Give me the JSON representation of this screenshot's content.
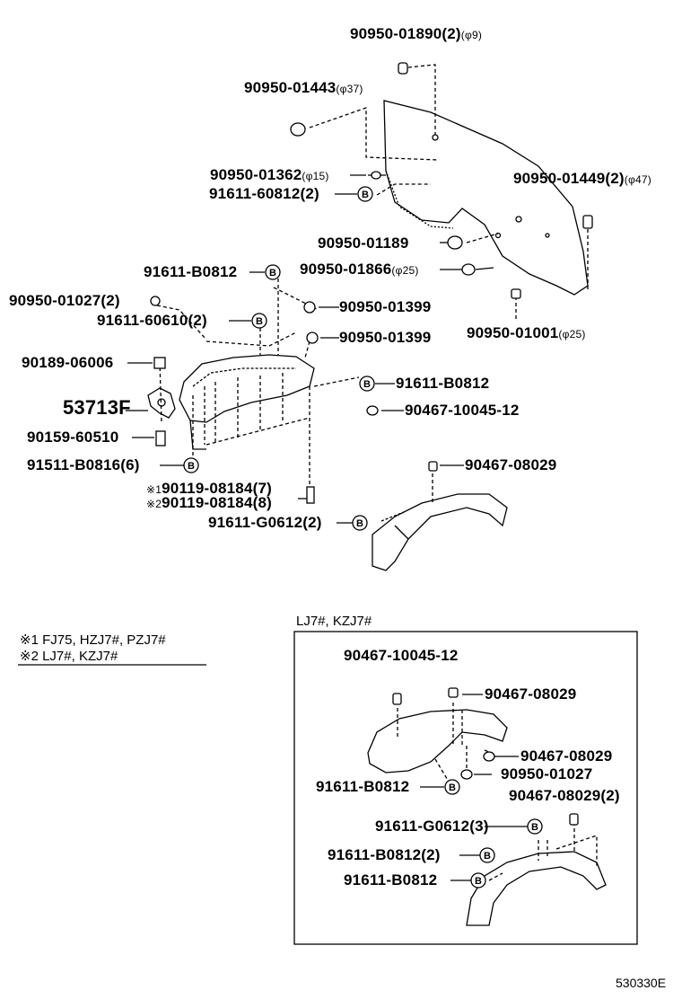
{
  "labels": {
    "p01": {
      "part": "90950-01890(2)",
      "dia": "(φ9)"
    },
    "p02": {
      "part": "90950-01443",
      "dia": "(φ37)"
    },
    "p03": {
      "part": "90950-01362",
      "dia": "(φ15)"
    },
    "p04": {
      "part": "91611-60812(2)"
    },
    "p05": {
      "part": "90950-01449(2)",
      "dia": "(φ47)"
    },
    "p06": {
      "part": "90950-01189"
    },
    "p07": {
      "part": "90950-01866",
      "dia": "(φ25)"
    },
    "p08": {
      "part": "91611-B0812"
    },
    "p09": {
      "part": "90950-01027(2)"
    },
    "p10": {
      "part": "90950-01399"
    },
    "p11": {
      "part": "91611-60610(2)"
    },
    "p12": {
      "part": "90950-01399"
    },
    "p13": {
      "part": "90950-01001",
      "dia": "(φ25)"
    },
    "p14": {
      "part": "90189-06006"
    },
    "p15": {
      "part": "91611-B0812"
    },
    "p16": {
      "part": "53713F"
    },
    "p17": {
      "part": "90467-10045-12"
    },
    "p18": {
      "part": "90159-60510"
    },
    "p19": {
      "part": "91511-B0816(6)"
    },
    "p20": {
      "part": "90467-08029"
    },
    "p21": {
      "part": "90119-08184(7)",
      "mark": "※1"
    },
    "p22": {
      "part": "90119-08184(8)",
      "mark": "※2"
    },
    "p23": {
      "part": "91611-G0612(2)"
    },
    "b01": {
      "part": "90467-10045-12"
    },
    "b02": {
      "part": "90467-08029"
    },
    "b03": {
      "part": "90467-08029"
    },
    "b04": {
      "part": "90950-01027"
    },
    "b05": {
      "part": "91611-B0812"
    },
    "b06": {
      "part": "90467-08029(2)"
    },
    "b07": {
      "part": "91611-G0612(3)"
    },
    "b08": {
      "part": "91611-B0812(2)"
    },
    "b09": {
      "part": "91611-B0812"
    }
  },
  "notes": {
    "n1": {
      "mark": "※1",
      "text": "FJ75, HZJ7#, PZJ7#"
    },
    "n2": {
      "mark": "※2",
      "text": "LJ7#, KZJ7#"
    }
  },
  "inset_title": "LJ7#, KZJ7#",
  "bolt_symbol": "B",
  "figure_code": "530330E"
}
